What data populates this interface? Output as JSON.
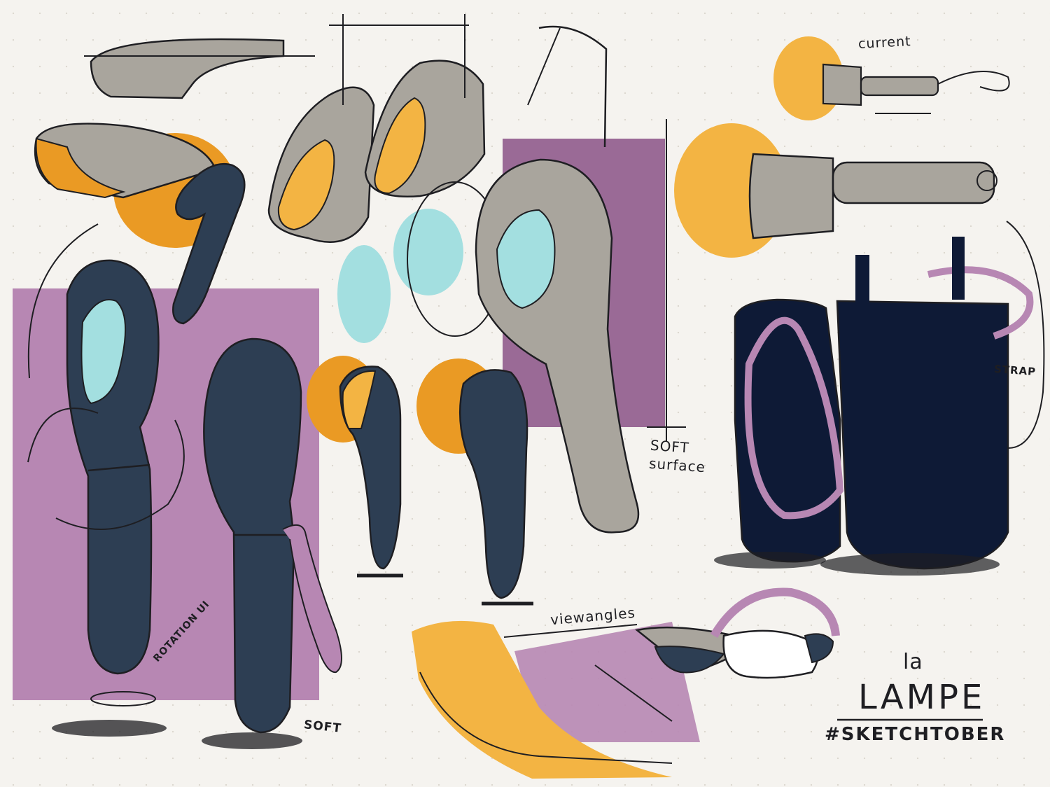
{
  "colors": {
    "paper": "#f5f3ef",
    "ink": "#1e1e22",
    "purple": "#b787b3",
    "purple_dark": "#9a6a96",
    "mustard": "#f3b443",
    "orange": "#ea9a24",
    "navy": "#2d3e53",
    "navy_dark": "#0e1a36",
    "gray": "#a9a59d",
    "aqua": "#a3dfe0"
  },
  "annotations": {
    "current": "current",
    "soft_surface": "SOFT surface",
    "strap": "STRAP",
    "viewangles": "viewangles",
    "rotation": "ROTATION UI",
    "soft": "SOFT"
  },
  "title": {
    "la": "la",
    "lampe": "LAMPE",
    "hashtag": "#SKETCHTOBER"
  }
}
